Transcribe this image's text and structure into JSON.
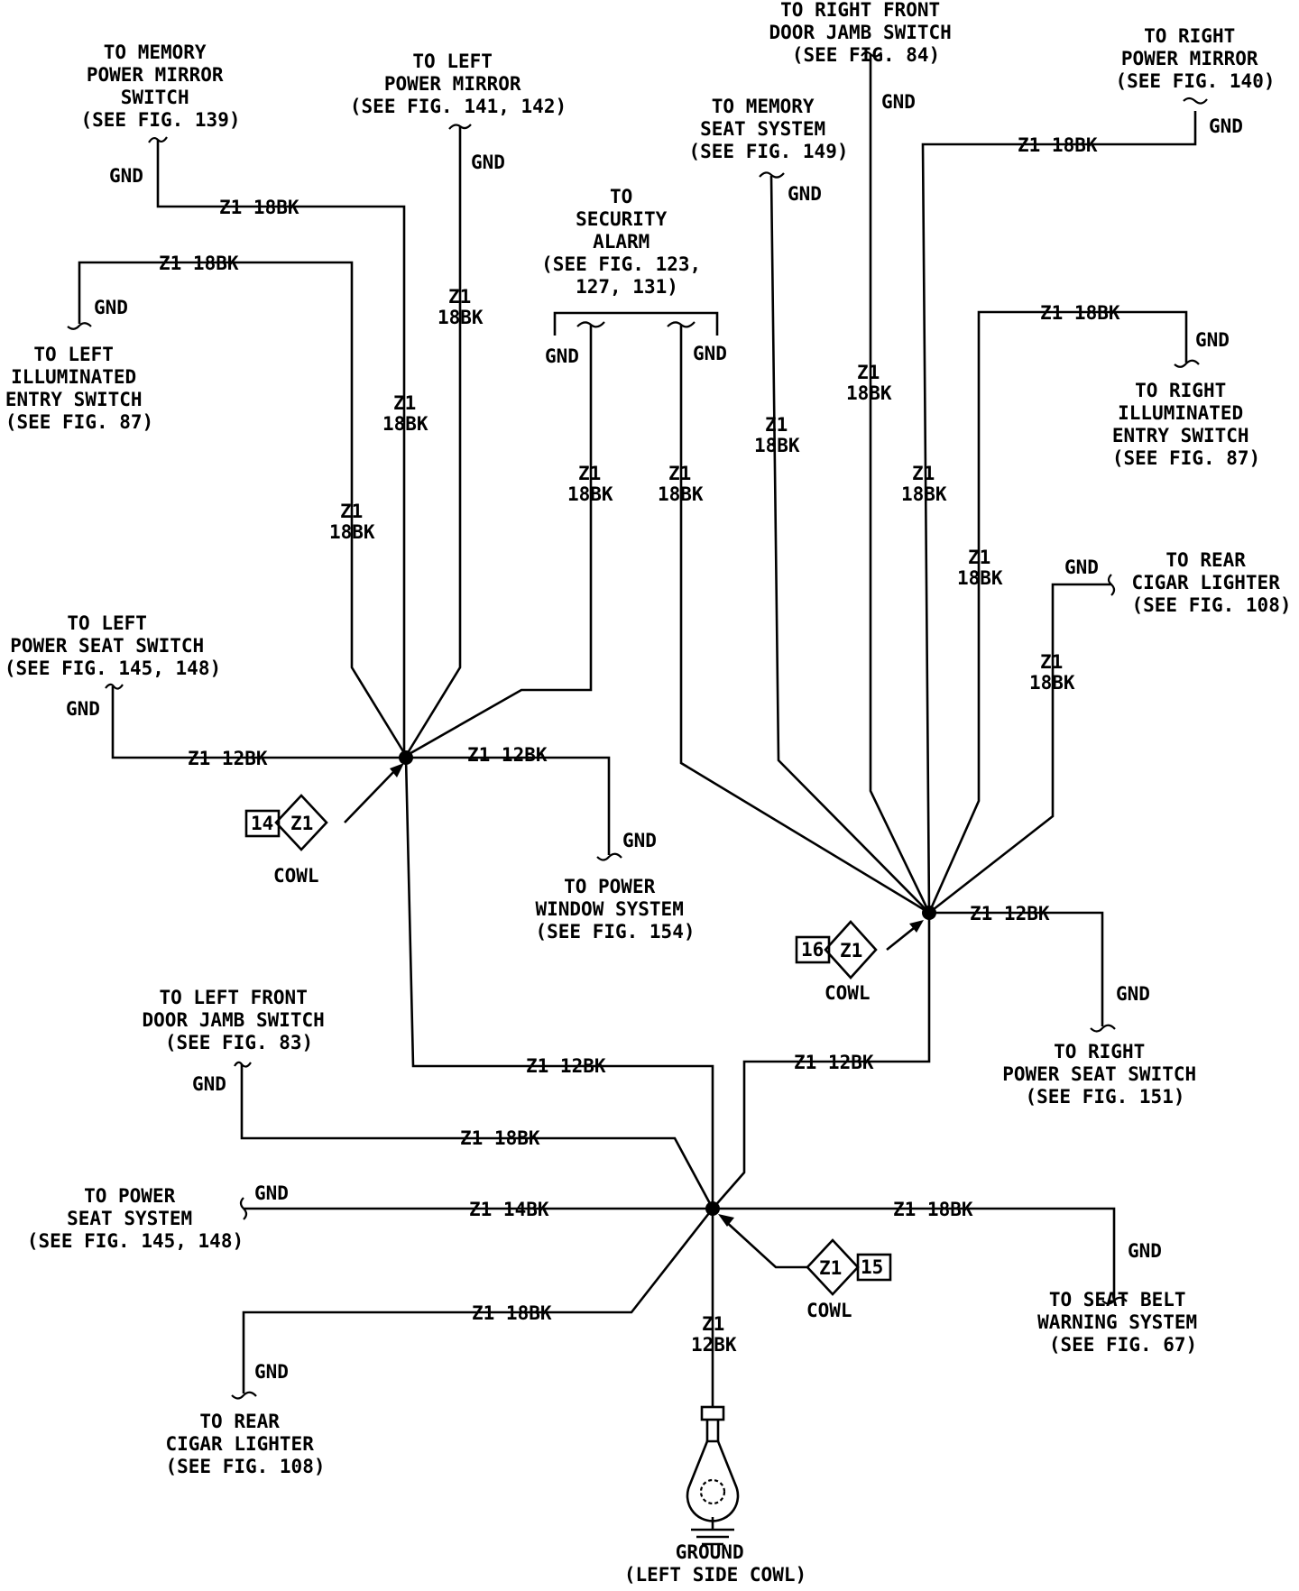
{
  "wire_z1": "Z1",
  "wire_18bk": "18BK",
  "wire_12bk": "12BK",
  "wire_z1_18bk": "Z1 18BK",
  "wire_z1_12bk": "Z1 12BK",
  "wire_z1_14bk": "Z1 14BK",
  "gnd": "GND",
  "cowl": "COWL",
  "splice_tag": "Z1",
  "connectors": {
    "left": "14",
    "right": "16",
    "bottom": "15"
  },
  "labels": {
    "memory_mirror": [
      "TO MEMORY",
      "POWER MIRROR",
      "SWITCH",
      "(SEE FIG. 139)"
    ],
    "left_mirror": [
      "TO LEFT",
      "POWER MIRROR",
      "(SEE FIG. 141, 142)"
    ],
    "security": [
      "TO",
      "SECURITY",
      "ALARM",
      "(SEE FIG. 123,",
      "127, 131)"
    ],
    "right_door_jamb": [
      "TO RIGHT FRONT",
      "DOOR JAMB SWITCH",
      "(SEE FIG. 84)"
    ],
    "memory_seat": [
      "TO MEMORY",
      "SEAT SYSTEM",
      "(SEE FIG. 149)"
    ],
    "right_mirror": [
      "TO RIGHT",
      "POWER MIRROR",
      "(SEE FIG. 140)"
    ],
    "left_illum": [
      "TO LEFT",
      "ILLUMINATED",
      "ENTRY SWITCH",
      "(SEE FIG. 87)"
    ],
    "right_illum": [
      "TO RIGHT",
      "ILLUMINATED",
      "ENTRY SWITCH",
      "(SEE FIG. 87)"
    ],
    "rear_cigar_right": [
      "TO REAR",
      "CIGAR LIGHTER",
      "(SEE FIG. 108)"
    ],
    "left_seat_switch": [
      "TO LEFT",
      "POWER SEAT SWITCH",
      "(SEE FIG. 145, 148)"
    ],
    "power_window": [
      "TO POWER",
      "WINDOW SYSTEM",
      "(SEE FIG. 154)"
    ],
    "right_seat_switch": [
      "TO RIGHT",
      "POWER SEAT SWITCH",
      "(SEE FIG. 151)"
    ],
    "left_door_jamb": [
      "TO LEFT FRONT",
      "DOOR JAMB SWITCH",
      "(SEE FIG. 83)"
    ],
    "power_seat": [
      "TO POWER",
      "SEAT SYSTEM",
      "(SEE FIG. 145, 148)"
    ],
    "seat_belt": [
      "TO SEAT BELT",
      "WARNING SYSTEM",
      "(SEE FIG. 67)"
    ],
    "rear_cigar_left": [
      "TO REAR",
      "CIGAR LIGHTER",
      "(SEE FIG. 108)"
    ],
    "ground": [
      "GROUND",
      "(LEFT SIDE COWL)"
    ]
  }
}
